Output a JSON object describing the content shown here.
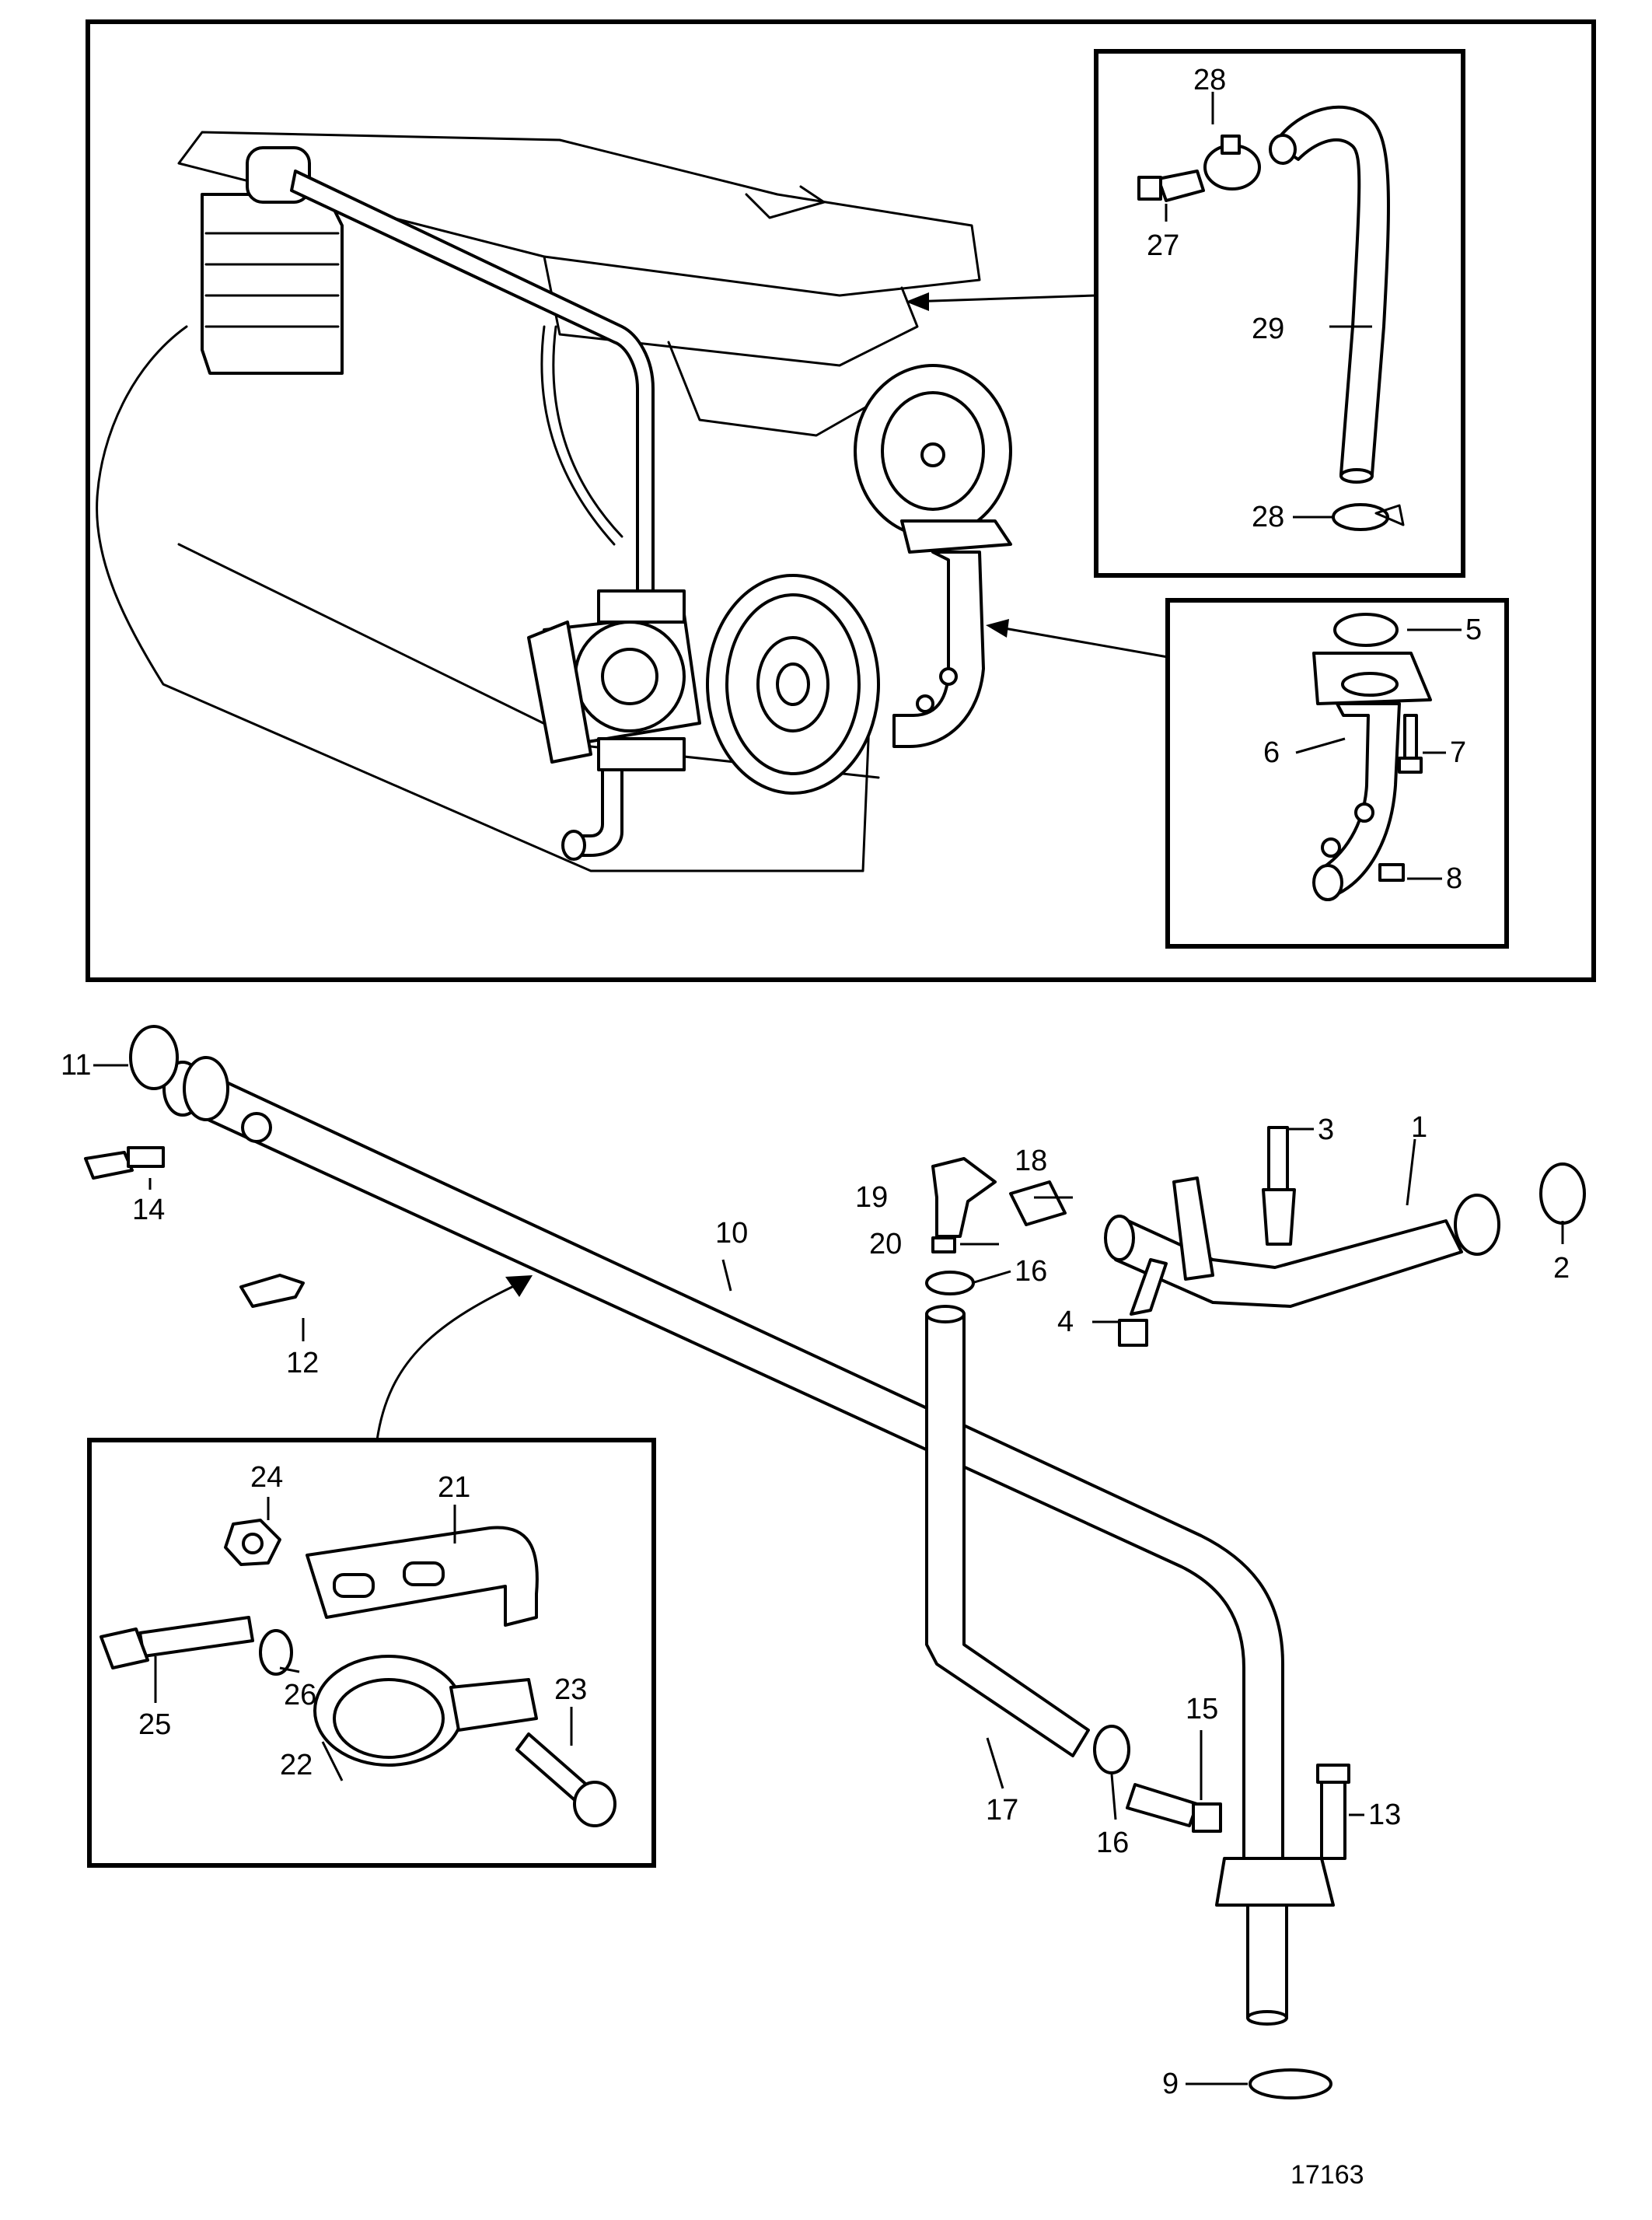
{
  "figure_number": "17163",
  "callouts": {
    "c1": "1",
    "c2": "2",
    "c3": "3",
    "c4": "4",
    "c5": "5",
    "c6": "6",
    "c7": "7",
    "c8": "8",
    "c9": "9",
    "c10": "10",
    "c11": "11",
    "c12": "12",
    "c13": "13",
    "c14": "14",
    "c15": "15",
    "c16a": "16",
    "c16b": "16",
    "c17": "17",
    "c18": "18",
    "c19": "19",
    "c20": "20",
    "c21": "21",
    "c22": "22",
    "c23": "23",
    "c24": "24",
    "c25": "25",
    "c26": "26",
    "c27": "27",
    "c28a": "28",
    "c28b": "28",
    "c29": "29"
  }
}
